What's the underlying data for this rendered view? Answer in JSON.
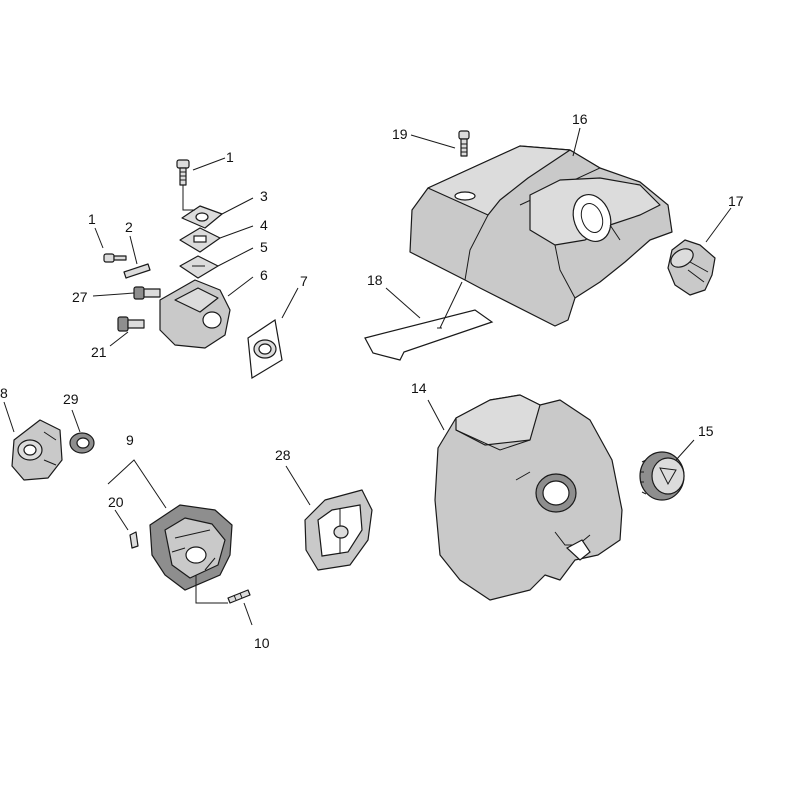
{
  "callouts": [
    {
      "id": "c1a",
      "label": "1"
    },
    {
      "id": "c1b",
      "label": "1"
    },
    {
      "id": "c2",
      "label": "2"
    },
    {
      "id": "c3",
      "label": "3"
    },
    {
      "id": "c4",
      "label": "4"
    },
    {
      "id": "c5",
      "label": "5"
    },
    {
      "id": "c6",
      "label": "6"
    },
    {
      "id": "c7",
      "label": "7"
    },
    {
      "id": "c8",
      "label": "8"
    },
    {
      "id": "c9",
      "label": "9"
    },
    {
      "id": "c10",
      "label": "10"
    },
    {
      "id": "c14",
      "label": "14"
    },
    {
      "id": "c15",
      "label": "15"
    },
    {
      "id": "c16",
      "label": "16"
    },
    {
      "id": "c17",
      "label": "17"
    },
    {
      "id": "c18",
      "label": "18"
    },
    {
      "id": "c19",
      "label": "19"
    },
    {
      "id": "c20",
      "label": "20"
    },
    {
      "id": "c21",
      "label": "21"
    },
    {
      "id": "c27",
      "label": "27"
    },
    {
      "id": "c28",
      "label": "28"
    },
    {
      "id": "c29",
      "label": "29"
    }
  ]
}
